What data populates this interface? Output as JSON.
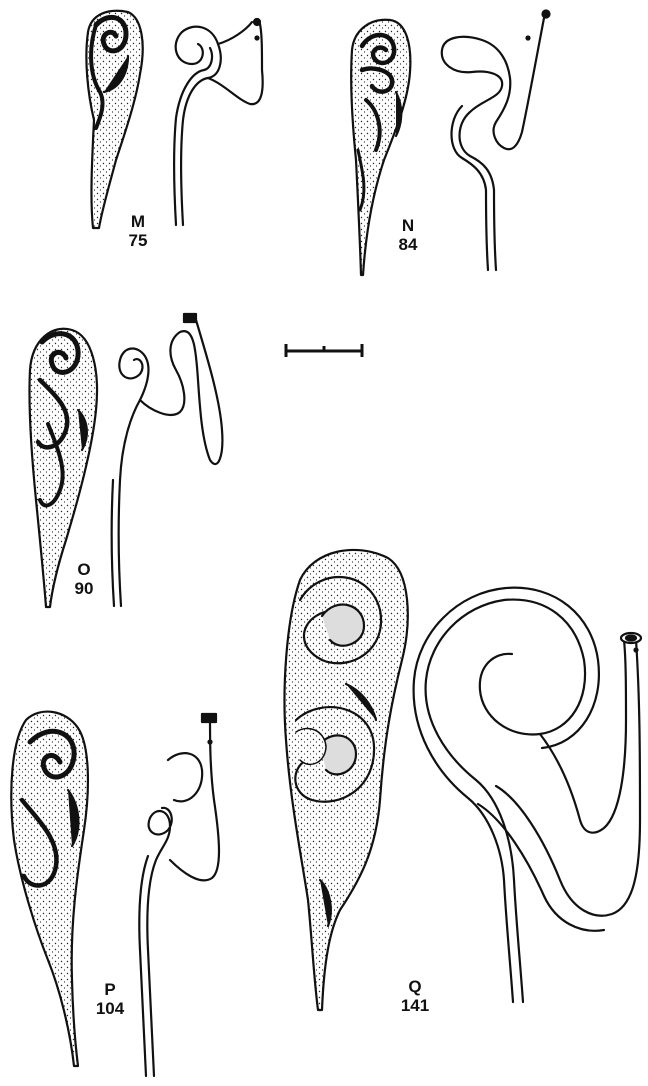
{
  "figure": {
    "panels": [
      {
        "letter": "M",
        "number": "75"
      },
      {
        "letter": "N",
        "number": "84"
      },
      {
        "letter": "O",
        "number": "90"
      },
      {
        "letter": "P",
        "number": "104"
      },
      {
        "letter": "Q",
        "number": "141"
      }
    ]
  }
}
